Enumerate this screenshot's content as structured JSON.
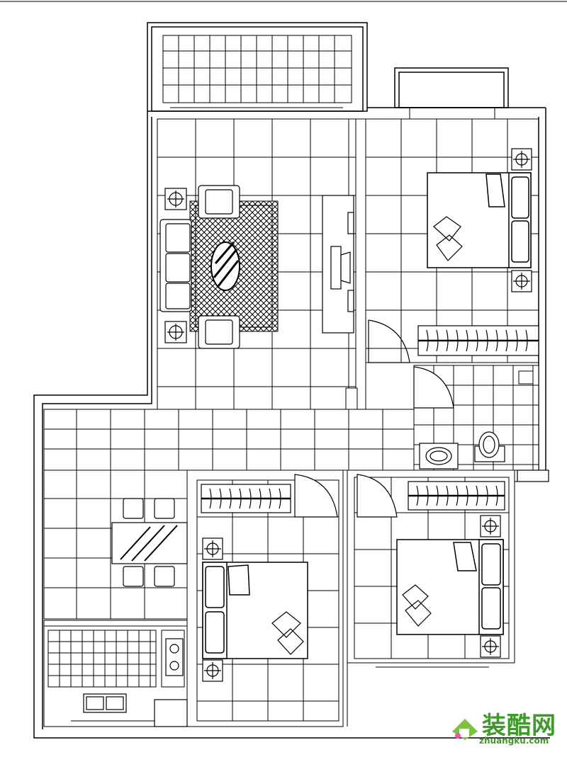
{
  "watermark": {
    "brand": "装酷网",
    "url": "zhuangku.com"
  },
  "plan": {
    "rooms": [
      "balcony-top",
      "living-room",
      "master-bedroom",
      "bathroom",
      "dining-area",
      "kitchen",
      "bedroom-2",
      "bedroom-3"
    ],
    "colors": {
      "line": "#000000",
      "background": "#ffffff",
      "watermark": "#3f9a2c"
    }
  }
}
